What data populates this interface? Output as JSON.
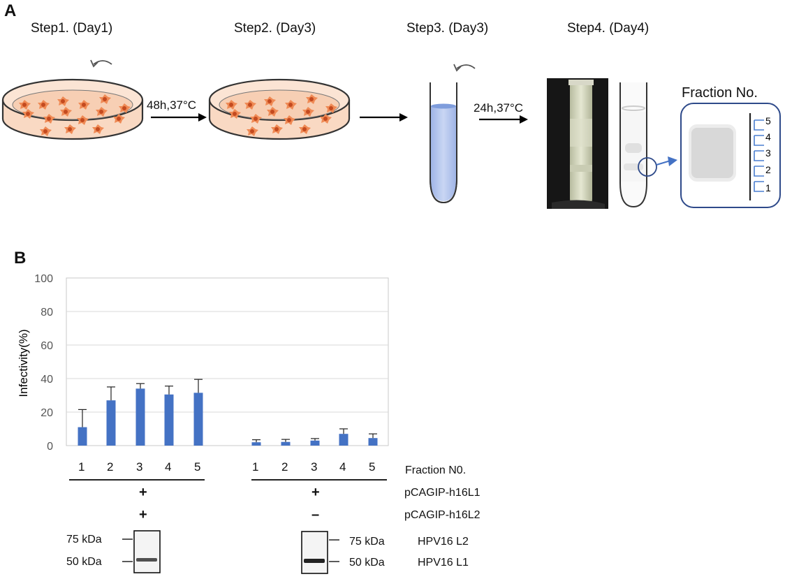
{
  "panelA": {
    "letter": "A",
    "steps": [
      {
        "title": "Step1. (Day1)"
      },
      {
        "title": "Step2. (Day3)"
      },
      {
        "title": "Step3. (Day3)"
      },
      {
        "title": "Step4. (Day4)"
      }
    ],
    "arrow_labels": [
      "48h,37°C",
      "24h,37°C"
    ],
    "fraction_title": "Fraction No.",
    "fraction_numbers": [
      "5",
      "4",
      "3",
      "2",
      "1"
    ],
    "colors": {
      "dish_fill": "#f9d9c3",
      "cell": "#e4642e",
      "tube_liquid": "#b4c6ee",
      "callout": "#2e4a8a",
      "marker": "#4a7fd0"
    }
  },
  "panelB": {
    "letter": "B",
    "fraction_row_label": "Fraction N0.",
    "rows": [
      {
        "label": "pCAGIP-h16L1",
        "group1": "+",
        "group2": "+"
      },
      {
        "label": "pCAGIP-h16L2",
        "group1": "+",
        "group2": "–"
      }
    ],
    "blot": {
      "markers_left": [
        "75 kDa",
        "50 kDa"
      ],
      "markers_right": [
        "75 kDa",
        "50 kDa"
      ],
      "band_labels": [
        "HPV16 L2",
        "HPV16 L1"
      ]
    }
  },
  "chart_data": {
    "type": "bar",
    "ylabel": "Infectivity(%)",
    "xlabel": "Fraction N0.",
    "ylim": [
      0,
      100
    ],
    "yticks": [
      0,
      20,
      40,
      60,
      80,
      100
    ],
    "grid": true,
    "bar_color": "#4472c4",
    "groups": [
      {
        "categories": [
          "1",
          "2",
          "3",
          "4",
          "5"
        ],
        "values": [
          11,
          27,
          34,
          30.5,
          31.5
        ],
        "errors": [
          10.5,
          8,
          3,
          5,
          8
        ]
      },
      {
        "categories": [
          "1",
          "2",
          "3",
          "4",
          "5"
        ],
        "values": [
          2,
          2.2,
          3,
          7,
          4.5
        ],
        "errors": [
          1.5,
          1.5,
          1.2,
          3,
          2.5
        ]
      }
    ]
  }
}
